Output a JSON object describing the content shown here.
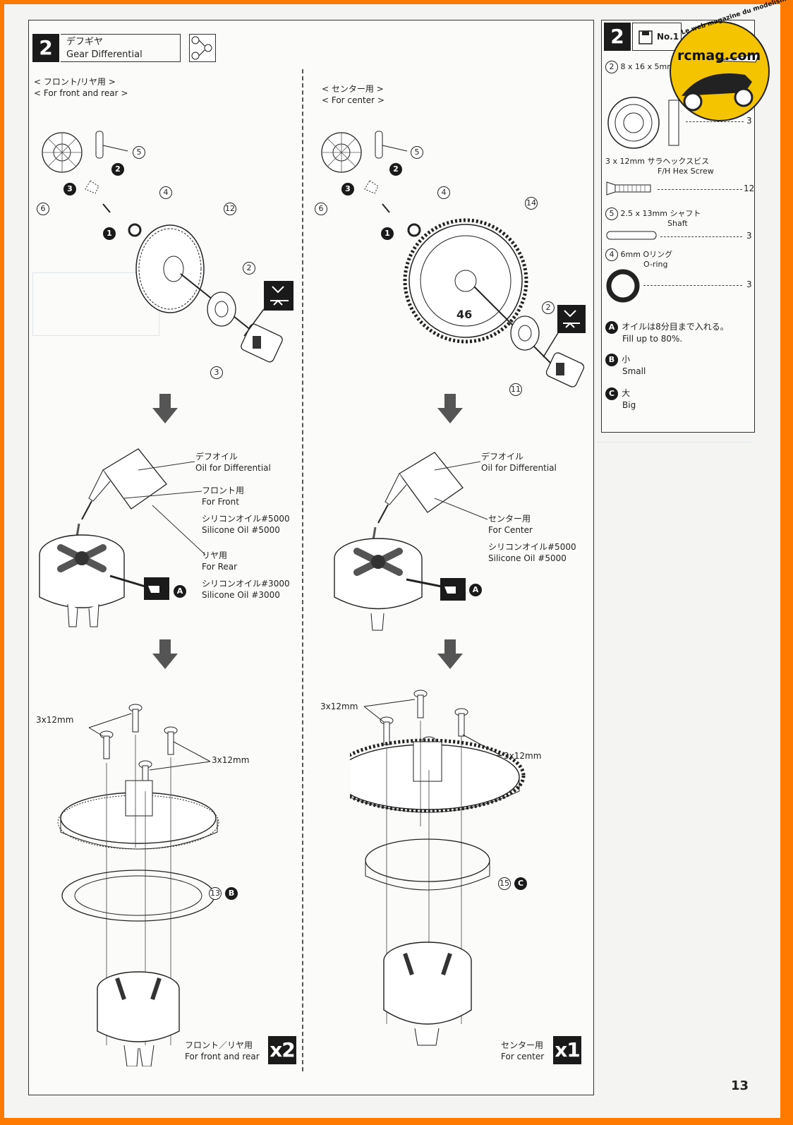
{
  "step": {
    "number": "2",
    "title_jp": "デフギヤ",
    "title_en": "Gear Differential",
    "order_icon": [
      "①",
      "②",
      "③"
    ]
  },
  "left": {
    "header_jp": "< フロント/リヤ用 >",
    "header_en": "< For front and rear >",
    "labels": {
      "p5": "5",
      "p6": "6",
      "p4": "4",
      "p12": "12",
      "p2": "2",
      "p3": "3",
      "s1": "1",
      "s2": "2",
      "s3": "3"
    },
    "oil_jp": "デフオイル",
    "oil_en": "Oil for Differential",
    "front_jp": "フロント用",
    "front_en": "For Front",
    "front_oil_jp": "シリコンオイル#5000",
    "front_oil_en": "Silicone Oil #5000",
    "rear_jp": "リヤ用",
    "rear_en": "For Rear",
    "rear_oil_jp": "シリコンオイル#3000",
    "rear_oil_en": "Silicone Oil #3000",
    "marker_a": "A",
    "screw_a": "3x12mm",
    "screw_b": "3x12mm",
    "part13": "13",
    "marker_b": "B",
    "footer_jp": "フロント／リヤ用",
    "footer_en": "For front and rear",
    "qty": "x2"
  },
  "center": {
    "header_jp": "< センター用 >",
    "header_en": "< For center >",
    "labels": {
      "p5": "5",
      "p6": "6",
      "p4": "4",
      "p14": "14",
      "p2": "2",
      "p11": "11",
      "s1": "1",
      "s2": "2",
      "s3": "3"
    },
    "gear_teeth": "46",
    "oil_jp": "デフオイル",
    "oil_en": "Oil for Differential",
    "center_jp": "センター用",
    "center_en": "For Center",
    "center_oil_jp": "シリコンオイル#5000",
    "center_oil_en": "Silicone Oil #5000",
    "marker_a": "A",
    "screw_a": "3x12mm",
    "screw_b": "3x12mm",
    "part15": "15",
    "marker_c": "C",
    "footer_jp": "センター用",
    "footer_en": "For center",
    "qty": "x1"
  },
  "parts": {
    "step": "2",
    "bag": "No.1",
    "items": [
      {
        "num": "2",
        "size": "8 x 16 x 5mm",
        "qty": "3"
      },
      {
        "num": "",
        "size": "3 x 12mm",
        "jp": "サラヘックスビス",
        "en": "F/H Hex Screw",
        "qty": "12"
      },
      {
        "num": "5",
        "size": "2.5 x 13mm",
        "jp": "シャフト",
        "en": "Shaft",
        "qty": "3"
      },
      {
        "num": "4",
        "size": "6mm",
        "jp": "Oリング",
        "en": "O-ring",
        "qty": "3"
      }
    ],
    "notes": [
      {
        "mark": "A",
        "jp": "オイルは8分目まで入れる。",
        "en": "Fill up to 80%."
      },
      {
        "mark": "B",
        "jp": "小",
        "en": "Small"
      },
      {
        "mark": "C",
        "jp": "大",
        "en": "Big"
      }
    ]
  },
  "logo": {
    "name": "rcmag.com",
    "tagline": "Le web magazine du modelisme"
  },
  "page_number": "13",
  "colors": {
    "border": "#ff7a00",
    "paper": "#f4f4f2",
    "ink": "#1a1a1a",
    "ghost": "#c9d2d6",
    "logo_yellow": "#f5c400"
  }
}
